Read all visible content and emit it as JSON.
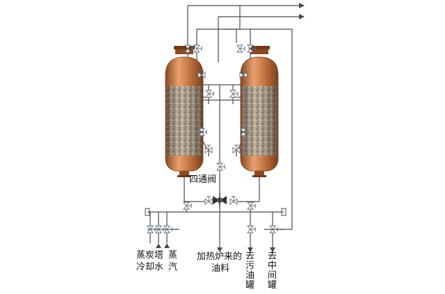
{
  "labels": {
    "four_way_valve": "四通阀",
    "cooling_water": [
      "蒸炭塔",
      "冷却水"
    ],
    "steam": [
      "蒸",
      "汽"
    ],
    "feed_oil": [
      "加热炉来的",
      "油料"
    ],
    "to_slop_tank": "去污油罐",
    "to_intermediate_tank": "去中间罐"
  },
  "colors": {
    "pipe": "#4a4a4a",
    "vessel_light": "#e8a070",
    "vessel_mid": "#c97a45",
    "vessel_dark": "#8a4a22",
    "packing_light": "#c8b8a0",
    "packing_dark": "#6e5f4c",
    "valve": "#5a6a7a"
  },
  "icons": [
    "valve-icon",
    "arrow-right-icon",
    "arrow-down-icon",
    "four-way-valve-icon",
    "nozzle-icon"
  ]
}
